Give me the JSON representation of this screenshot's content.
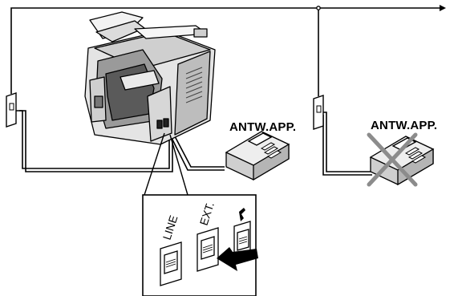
{
  "labels": {
    "answering_machine_1": "ANTW.APP.",
    "answering_machine_2": "ANTW.APP.",
    "jack_line": "LINE",
    "jack_ext": "EXT."
  },
  "icons": {
    "crossed_device": "crossed-out-answering-machine",
    "insert_arrow": "black-arrow-left"
  },
  "colors": {
    "line": "#000000",
    "cross": "#8c8c8c",
    "device_fill": "#e6e6e6",
    "device_shade": "#b5b5b5"
  }
}
